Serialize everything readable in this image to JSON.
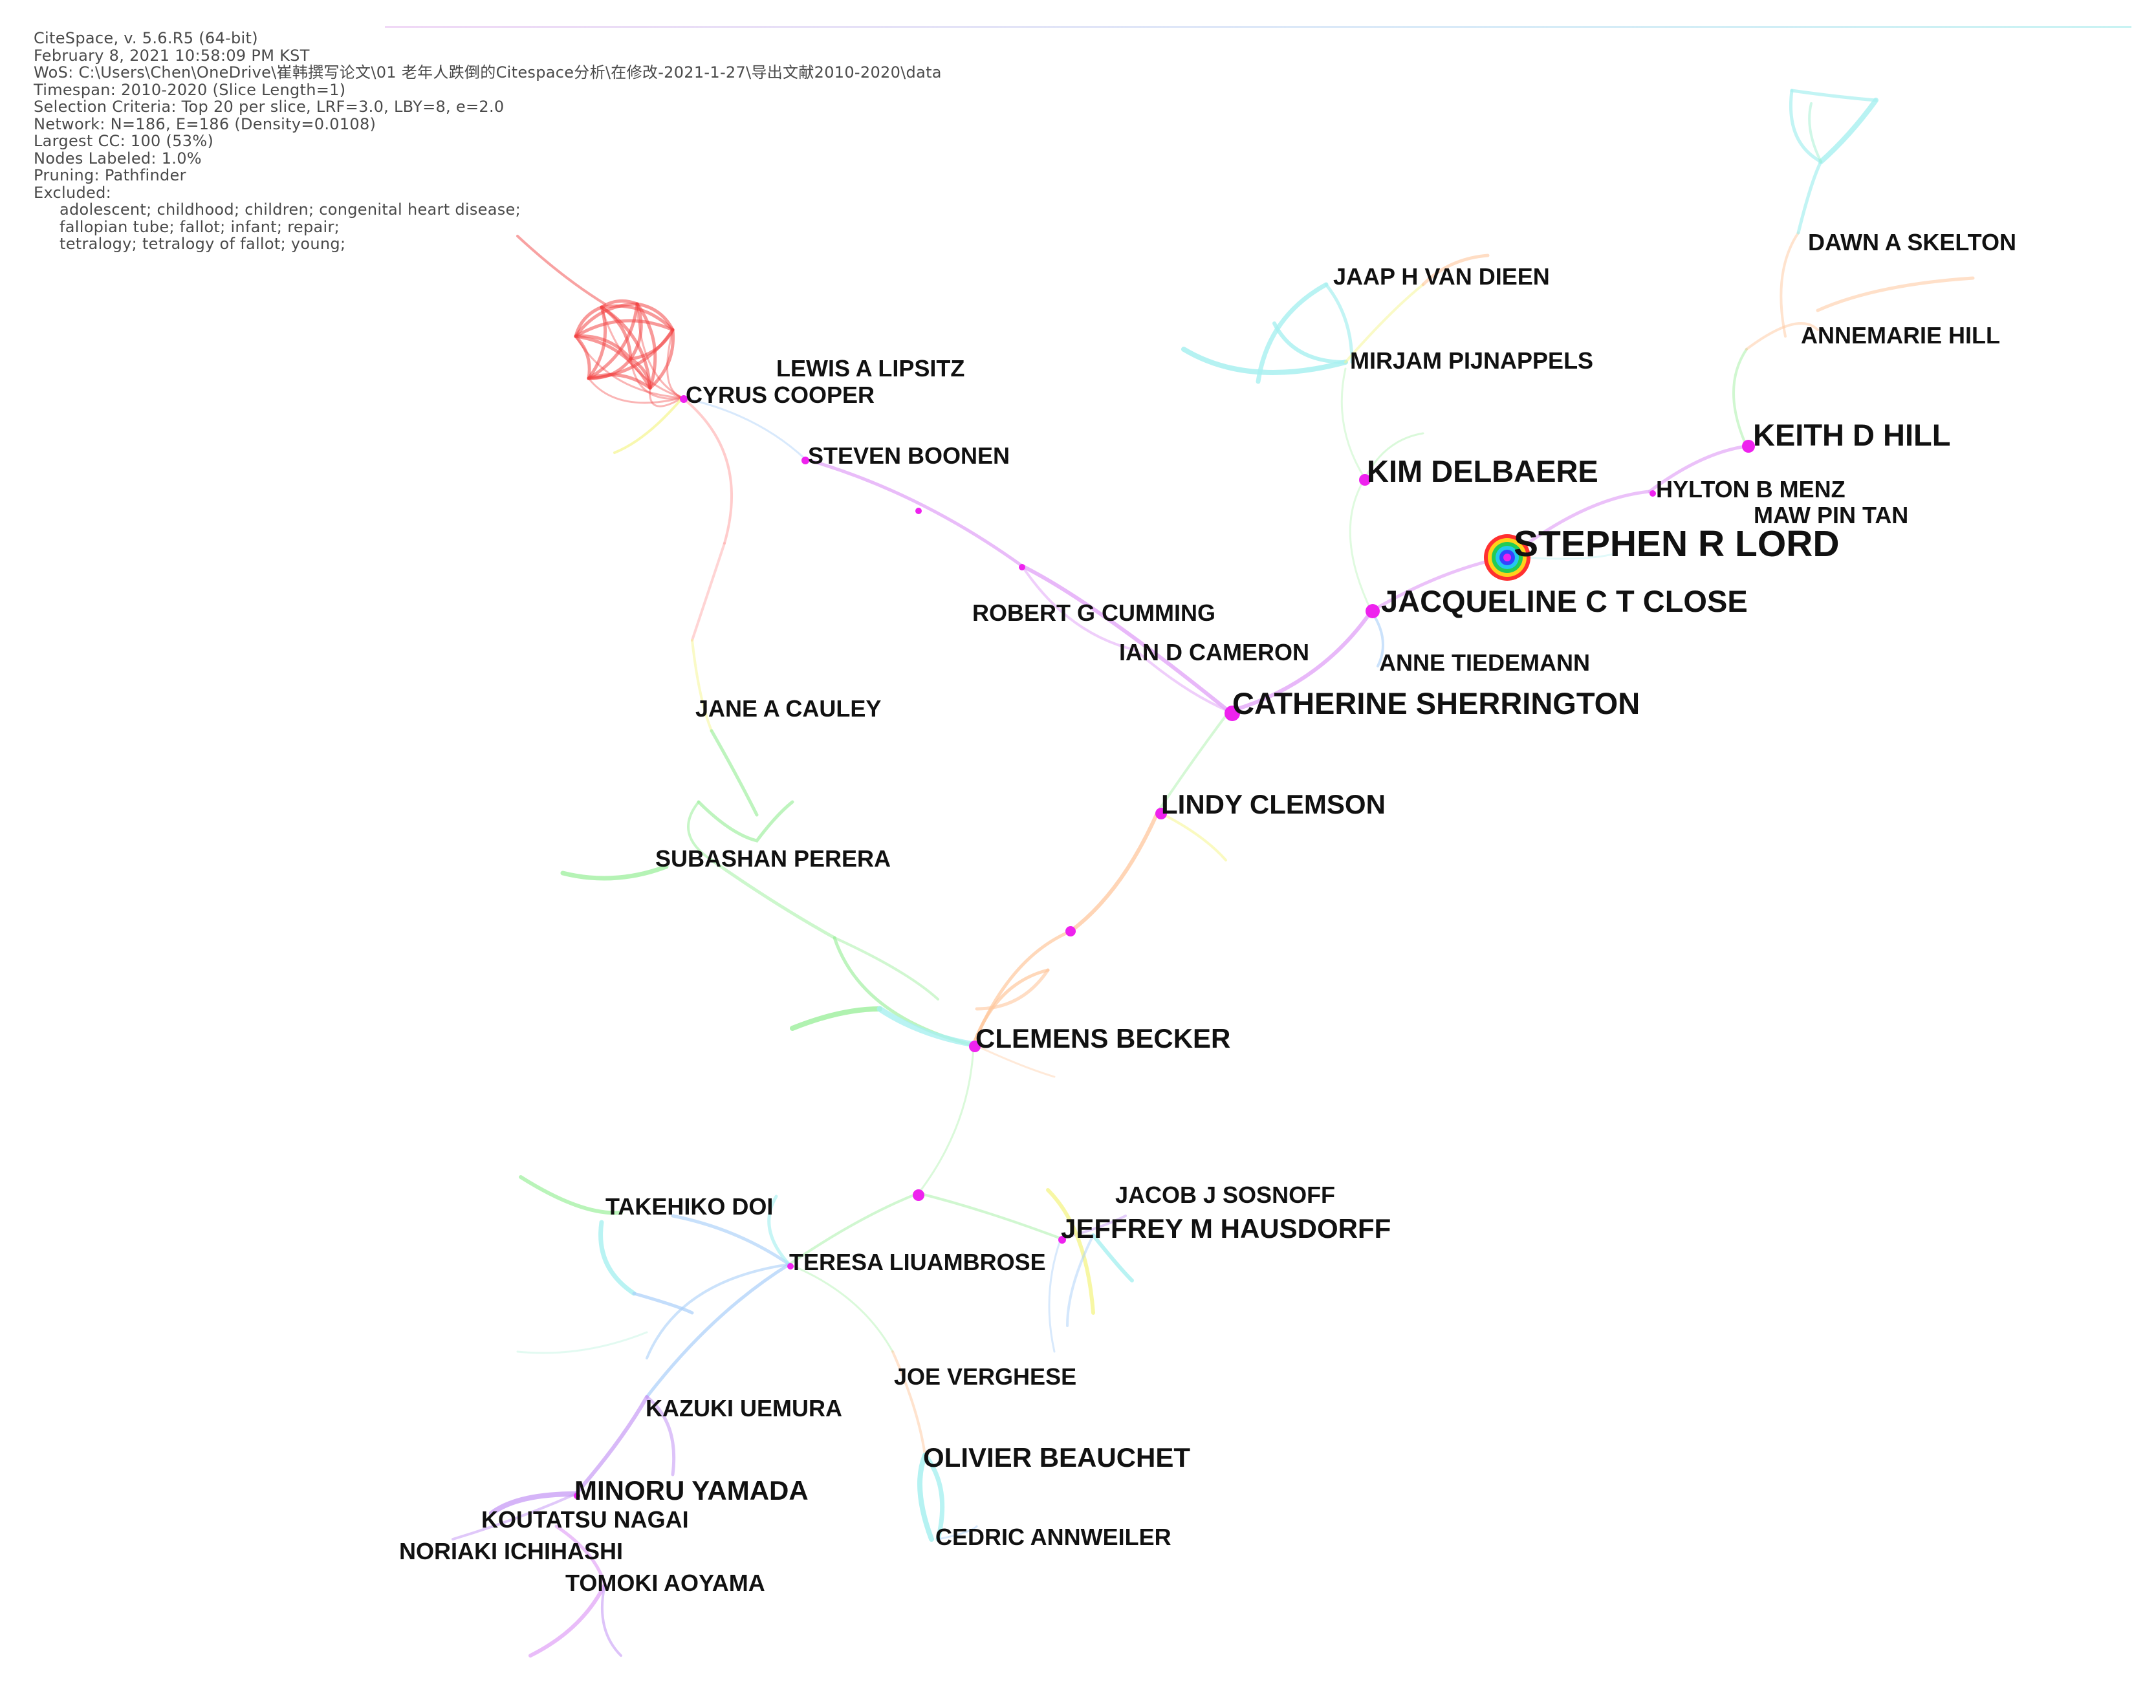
{
  "header": {
    "lines": [
      "CiteSpace, v. 5.6.R5 (64-bit)",
      "February 8, 2021 10:58:09 PM KST",
      "WoS: C:\\Users\\Chen\\OneDrive\\崔韩撰写论文\\01 老年人跌倒的Citespace分析\\在修改-2021-1-27\\导出文献2010-2020\\data",
      "Timespan: 2010-2020 (Slice Length=1)",
      "Selection Criteria: Top 20 per slice, LRF=3.0, LBY=8, e=2.0",
      "Network: N=186, E=186 (Density=0.0108)",
      "Largest CC: 100 (53%)",
      "Nodes Labeled: 1.0%",
      "Pruning: Pathfinder",
      "Excluded:"
    ],
    "excluded_lines": [
      "adolescent; childhood; children; congenital heart disease;",
      "fallopian tube; fallot; infant; repair;",
      "tetralogy; tetralogy of fallot; young;"
    ]
  },
  "colors": {
    "node_default": "#ee22ee",
    "hub_rings": [
      "#ff3030",
      "#ffd21a",
      "#22cc55",
      "#22c8ee",
      "#3344ff",
      "#ee22ee"
    ],
    "edges": [
      "#f24646",
      "#a2f0a2",
      "#a8f0f0",
      "#c79bf5",
      "#ffc79d",
      "#a9cff9",
      "#f5f58d",
      "#e2a6f7",
      "#ffaaaa",
      "#9ff0cf"
    ]
  },
  "nodes": [
    {
      "label": "STEPHEN R LORD",
      "name": "node-stephen-r-lord"
    },
    {
      "label": "CATHERINE SHERRINGTON",
      "name": "node-catherine-sherrington"
    },
    {
      "label": "JACQUELINE C T CLOSE",
      "name": "node-jacqueline-c-t-close"
    },
    {
      "label": "KIM DELBAERE",
      "name": "node-kim-delbaere"
    },
    {
      "label": "KEITH D HILL",
      "name": "node-keith-d-hill"
    },
    {
      "label": "CLEMENS BECKER",
      "name": "node-clemens-becker"
    },
    {
      "label": "JEFFREY M HAUSDORFF",
      "name": "node-jeffrey-m-hausdorff"
    },
    {
      "label": "LINDY CLEMSON",
      "name": "node-lindy-clemson"
    },
    {
      "label": "OLIVIER BEAUCHET",
      "name": "node-olivier-beauchet"
    },
    {
      "label": "MINORU YAMADA",
      "name": "node-minoru-yamada"
    },
    {
      "label": "ROBERT G CUMMING",
      "name": "node-robert-g-cumming"
    },
    {
      "label": "LEWIS A LIPSITZ",
      "name": "node-lewis-a-lipsitz"
    },
    {
      "label": "CYRUS COOPER",
      "name": "node-cyrus-cooper"
    },
    {
      "label": "STEVEN BOONEN",
      "name": "node-steven-boonen"
    },
    {
      "label": "JANE A CAULEY",
      "name": "node-jane-a-cauley"
    },
    {
      "label": "SUBASHAN PERERA",
      "name": "node-subashan-perera"
    },
    {
      "label": "JAAP H VAN DIEEN",
      "name": "node-jaap-h-van-dieen"
    },
    {
      "label": "MIRJAM PIJNAPPELS",
      "name": "node-mirjam-pijnappels"
    },
    {
      "label": "DAWN A SKELTON",
      "name": "node-dawn-a-skelton"
    },
    {
      "label": "ANNEMARIE HILL",
      "name": "node-annemarie-hill"
    },
    {
      "label": "HYLTON B MENZ",
      "name": "node-hylton-b-menz"
    },
    {
      "label": "MAW PIN TAN",
      "name": "node-maw-pin-tan"
    },
    {
      "label": "ANNE TIEDEMANN",
      "name": "node-anne-tiedemann"
    },
    {
      "label": "IAN D CAMERON",
      "name": "node-ian-d-cameron"
    },
    {
      "label": "TAKEHIKO DOI",
      "name": "node-takehiko-doi"
    },
    {
      "label": "TERESA LIUAMBROSE",
      "name": "node-teresa-liuambrose"
    },
    {
      "label": "JACOB J SOSNOFF",
      "name": "node-jacob-j-sosnoff"
    },
    {
      "label": "JOE VERGHESE",
      "name": "node-joe-verghese"
    },
    {
      "label": "KAZUKI UEMURA",
      "name": "node-kazuki-uemura"
    },
    {
      "label": "KOUTATSU NAGAI",
      "name": "node-koutatsu-nagai"
    },
    {
      "label": "NORIAKI ICHIHASHI",
      "name": "node-noriaki-ichihashi"
    },
    {
      "label": "TOMOKI AOYAMA",
      "name": "node-tomoki-aoyama"
    },
    {
      "label": "CEDRIC ANNWEILER",
      "name": "node-cedric-annweiler"
    }
  ]
}
